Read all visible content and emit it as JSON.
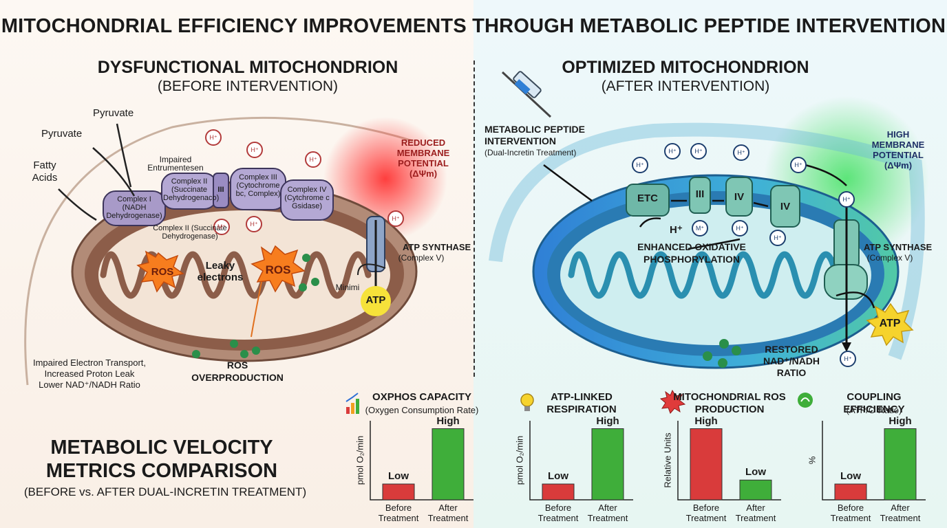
{
  "title": "MITOCHONDRIAL EFFICIENCY IMPROVEMENTS THROUGH METABOLIC PEPTIDE INTERVENTION",
  "left": {
    "title": "DYSFUNCTIONAL MITOCHONDRION",
    "subtitle": "(BEFORE INTERVENTION)",
    "inputs": [
      "Pyruvate",
      "Pyruvate",
      "Fatty Acids"
    ],
    "impaired": "Impaired Entrumentesen",
    "complex1": "Complex I (NADH Dehydrogenase)",
    "complex2": "Complex II (Succinate Dehydrogenaco)",
    "complex2b": "Complex II (Succinate Dehydrogenase)",
    "complex3": "Complex III (Cytochrome bc, Complex)",
    "complex4": "Complex IV (Cytchrome c Gsidase)",
    "roman3": "III",
    "ros": "ROS",
    "leaky": "Leaky electrons",
    "reduced": "REDUCED MEMBRANE POTENTIAL (ΔΨm)",
    "atp_synthase": "ATP SYNTHASE",
    "complex5": "(Complex V)",
    "minimi": "Minimi",
    "atp": "ATP",
    "ros_over": "ROS OVERPRODUCTION",
    "impaired_notes": [
      "Impaired Electron Transport,",
      "Increased Proton Leak",
      "Lower NAD⁺/NADH Ratio"
    ],
    "h_labels": [
      "H⁺",
      "H⁺",
      "H⁺",
      "H⁺",
      "M⁺",
      "H⁺"
    ]
  },
  "right": {
    "title": "OPTIMIZED MITOCHONDRION",
    "subtitle": "(AFTER INTERVENTION)",
    "peptide": "METABOLIC PEPTIDE INTERVENTION",
    "peptide_sub": "(Dual-Incretin Treatment)",
    "high": "HIGH MEMBRANE POTENTIAL (ΔΨm)",
    "etc": "ETC",
    "roman3": "III",
    "roman4a": "IV",
    "roman4b": "IV",
    "hplus": "H⁺",
    "enhanced": "ENHANCED OXIDATIVE PHOSPHORYLATION",
    "atp_synthase": "ATP SYNTHASE",
    "complex5": "(Complex V)",
    "atp": "ATP",
    "restored": "RESTORED NAD⁺/NADH RATIO",
    "h_labels": [
      "H⁺",
      "H⁺",
      "H⁺",
      "H⁺",
      "H⁺",
      "M⁺",
      "H⁺",
      "H⁺",
      "H⁺",
      "H⁺"
    ]
  },
  "velocity": {
    "title_line1": "METABOLIC VELOCITY",
    "title_line2": "METRICS COMPARISON",
    "subtitle": "(BEFORE vs. AFTER DUAL-INCRETIN TREATMENT)"
  },
  "chart_data": [
    {
      "type": "bar",
      "title": "OXPHOS CAPACITY",
      "subtitle": "(Oxygen Consumption Rate)",
      "ylabel": "pmol O₂/min",
      "categories": [
        "Before Treatment",
        "After Treatment"
      ],
      "values": [
        0.2,
        0.9
      ],
      "value_labels": [
        "Low",
        "High"
      ],
      "colors": [
        "#d93b3b",
        "#3fae3a"
      ],
      "icon": "bar-chart-icon"
    },
    {
      "type": "bar",
      "title": "ATP-LINKED RESPIRATION",
      "subtitle": "",
      "ylabel": "pmol O₂/min",
      "categories": [
        "Before Treatment",
        "After Treatment"
      ],
      "values": [
        0.2,
        0.9
      ],
      "value_labels": [
        "Low",
        "High"
      ],
      "colors": [
        "#d93b3b",
        "#3fae3a"
      ],
      "icon": "lightbulb-icon"
    },
    {
      "type": "bar",
      "title": "MITOCHONDRIAL ROS PRODUCTION",
      "subtitle": "",
      "ylabel": "Relative Units",
      "categories": [
        "Before Treatment",
        "After Treatment"
      ],
      "values": [
        0.9,
        0.25
      ],
      "value_labels": [
        "High",
        "Low"
      ],
      "colors": [
        "#d93b3b",
        "#3fae3a"
      ],
      "icon": "ros-burst-icon"
    },
    {
      "type": "bar",
      "title": "COUPLING EFFICIENCY",
      "subtitle": "(ATP/O Ratio)",
      "ylabel": "%",
      "categories": [
        "Before Treatment",
        "After Treatment"
      ],
      "values": [
        0.2,
        0.9
      ],
      "value_labels": [
        "Low",
        "High"
      ],
      "colors": [
        "#d93b3b",
        "#3fae3a"
      ],
      "icon": "coupling-icon"
    }
  ],
  "colors": {
    "before": "#d93b3b",
    "after": "#3fae3a",
    "atp": "#f6d32d"
  }
}
